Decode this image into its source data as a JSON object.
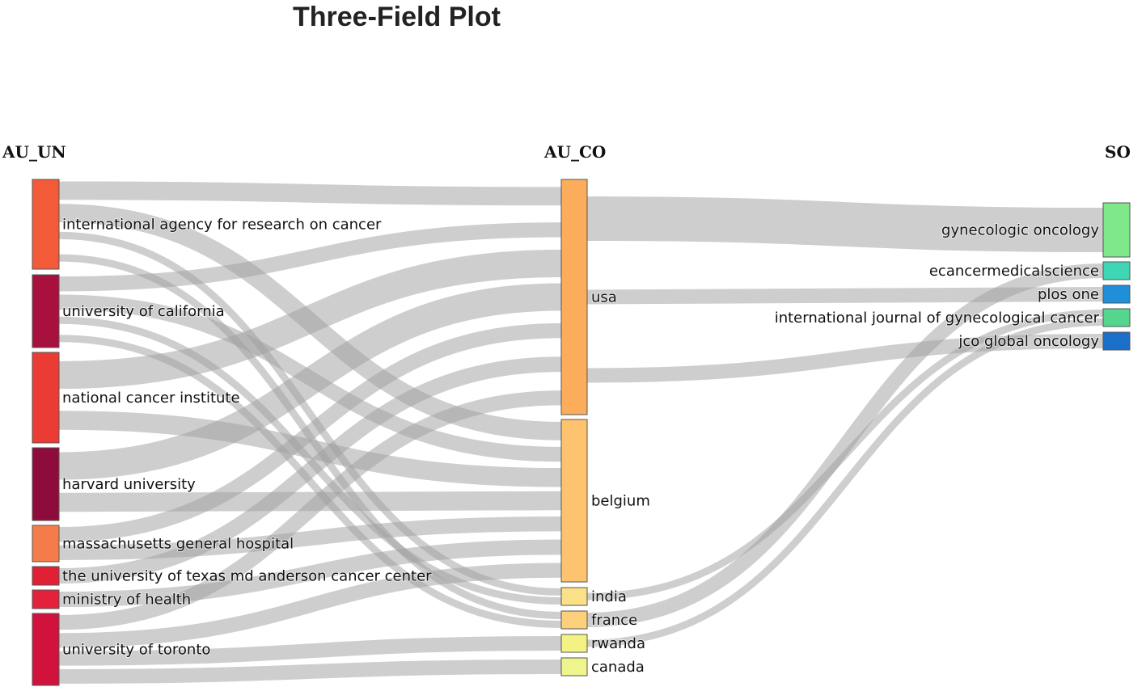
{
  "title": "Three-Field Plot",
  "columns": {
    "left": "AU_UN",
    "middle": "AU_CO",
    "right": "SO"
  },
  "nodes": {
    "left": [
      {
        "id": "iarc",
        "label": "international agency for research on cancer",
        "color": "#f25a38"
      },
      {
        "id": "ucal",
        "label": "university of california",
        "color": "#a8103e"
      },
      {
        "id": "nci",
        "label": "national cancer institute",
        "color": "#ea3b34"
      },
      {
        "id": "harvard",
        "label": "harvard university",
        "color": "#8e0c3c"
      },
      {
        "id": "mgh",
        "label": "massachusetts general hospital",
        "color": "#f47c4a"
      },
      {
        "id": "mdacc",
        "label": "the university of texas md anderson cancer center",
        "color": "#df2035"
      },
      {
        "id": "moh",
        "label": "ministry of health",
        "color": "#e3213a"
      },
      {
        "id": "utoronto",
        "label": "university of toronto",
        "color": "#d0123c"
      }
    ],
    "middle": [
      {
        "id": "usa",
        "label": "usa",
        "color": "#fbad5c"
      },
      {
        "id": "belgium",
        "label": "belgium",
        "color": "#fec36f"
      },
      {
        "id": "india",
        "label": "india",
        "color": "#fbe08a"
      },
      {
        "id": "france",
        "label": "france",
        "color": "#fdd07c"
      },
      {
        "id": "rwanda",
        "label": "rwanda",
        "color": "#f5f284"
      },
      {
        "id": "canada",
        "label": "canada",
        "color": "#eef58c"
      }
    ],
    "right": [
      {
        "id": "gyno",
        "label": "gynecologic oncology",
        "color": "#7ee88a"
      },
      {
        "id": "ecancer",
        "label": "ecancermedicalscience",
        "color": "#3ed6b4"
      },
      {
        "id": "plos",
        "label": "plos one",
        "color": "#1f8fd8"
      },
      {
        "id": "ijgc",
        "label": "international journal of gynecological cancer",
        "color": "#55d68f"
      },
      {
        "id": "jco",
        "label": "jco global oncology",
        "color": "#1a6fc9"
      }
    ]
  },
  "links": {
    "left_to_middle": [
      {
        "from": "iarc",
        "to": "usa"
      },
      {
        "from": "iarc",
        "to": "belgium"
      },
      {
        "from": "iarc",
        "to": "india"
      },
      {
        "from": "iarc",
        "to": "france"
      },
      {
        "from": "ucal",
        "to": "usa"
      },
      {
        "from": "ucal",
        "to": "belgium"
      },
      {
        "from": "ucal",
        "to": "india"
      },
      {
        "from": "ucal",
        "to": "france"
      },
      {
        "from": "nci",
        "to": "usa"
      },
      {
        "from": "nci",
        "to": "belgium"
      },
      {
        "from": "harvard",
        "to": "usa"
      },
      {
        "from": "harvard",
        "to": "belgium"
      },
      {
        "from": "mgh",
        "to": "usa"
      },
      {
        "from": "mgh",
        "to": "belgium"
      },
      {
        "from": "mdacc",
        "to": "usa"
      },
      {
        "from": "moh",
        "to": "belgium"
      },
      {
        "from": "utoronto",
        "to": "usa"
      },
      {
        "from": "utoronto",
        "to": "belgium"
      },
      {
        "from": "utoronto",
        "to": "rwanda"
      },
      {
        "from": "utoronto",
        "to": "canada"
      }
    ],
    "middle_to_right": [
      {
        "from": "usa",
        "to": "gyno"
      },
      {
        "from": "usa",
        "to": "plos"
      },
      {
        "from": "usa",
        "to": "jco"
      },
      {
        "from": "india",
        "to": "ijgc"
      },
      {
        "from": "france",
        "to": "ecancer"
      },
      {
        "from": "rwanda",
        "to": "ijgc"
      }
    ]
  }
}
